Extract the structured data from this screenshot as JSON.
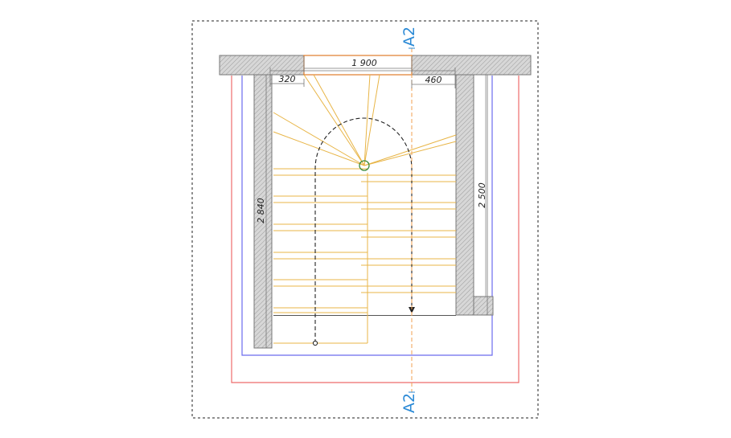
{
  "plan": {
    "dimensions": {
      "top_opening": "1 900",
      "left_stringer": "320",
      "right_stringer": "460",
      "left_height": "2 840",
      "right_height": "2 500"
    },
    "section_marks": {
      "top": "A2",
      "bottom": "A2"
    },
    "colors": {
      "wall_fill": "#d2d2d2",
      "wall_stroke": "#777777",
      "stair": "#e8b547",
      "opening": "#e07b2a",
      "offset_red": "#ee6b6b",
      "offset_blue": "#6b6bee",
      "section": "#2b8ad6",
      "walk_line": "#222222"
    }
  }
}
